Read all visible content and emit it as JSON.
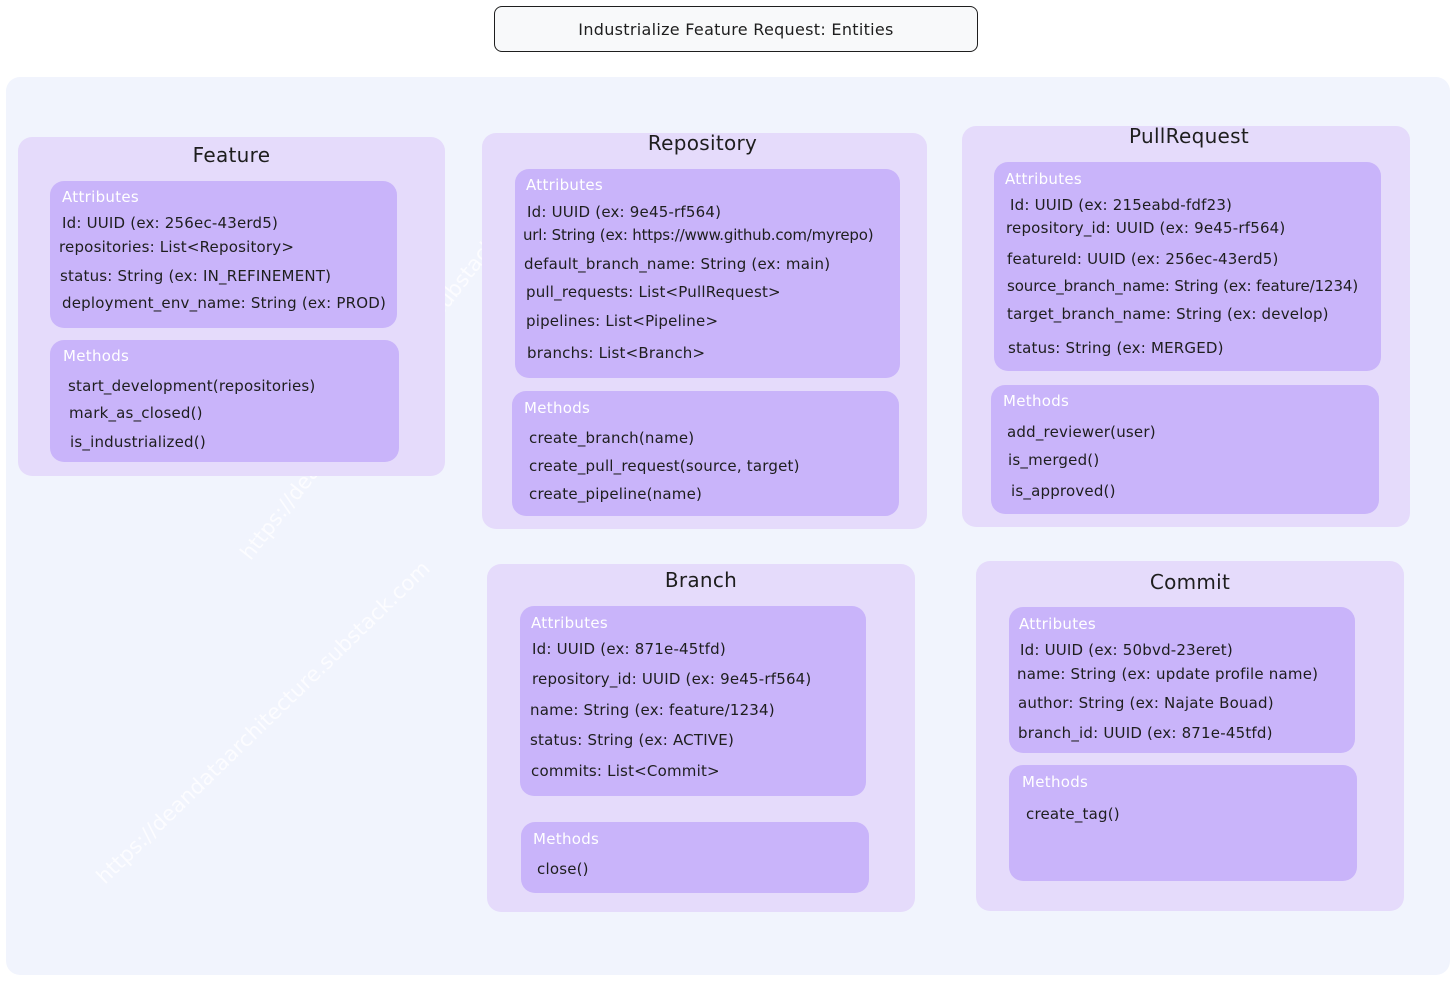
{
  "title": "Industrialize Feature Request: Entities",
  "watermark": "https://deandataarchitecture.substack.com",
  "entities": {
    "feature": {
      "name": "Feature",
      "attributes_label": "Attributes",
      "attributes": [
        "Id: UUID (ex: 256ec-43erd5)",
        "repositories: List<Repository>",
        "status: String (ex: IN_REFINEMENT)",
        "deployment_env_name: String (ex: PROD)"
      ],
      "methods_label": "Methods",
      "methods": [
        "start_development(repositories)",
        "mark_as_closed()",
        "is_industrialized()"
      ]
    },
    "repository": {
      "name": "Repository",
      "attributes_label": "Attributes",
      "attributes": [
        "Id: UUID (ex: 9e45-rf564)",
        "url: String (ex: https://www.github.com/myrepo)",
        "default_branch_name: String (ex: main)",
        "pull_requests: List<PullRequest>",
        "pipelines: List<Pipeline>",
        "branchs: List<Branch>"
      ],
      "methods_label": "Methods",
      "methods": [
        "create_branch(name)",
        "create_pull_request(source, target)",
        "create_pipeline(name)"
      ]
    },
    "pullrequest": {
      "name": "PullRequest",
      "attributes_label": "Attributes",
      "attributes": [
        "Id: UUID (ex: 215eabd-fdf23)",
        "repository_id: UUID (ex: 9e45-rf564)",
        "featureId: UUID (ex: 256ec-43erd5)",
        "source_branch_name: String (ex: feature/1234)",
        "target_branch_name: String (ex: develop)",
        "status: String (ex: MERGED)"
      ],
      "methods_label": "Methods",
      "methods": [
        "add_reviewer(user)",
        "is_merged()",
        "is_approved()"
      ]
    },
    "branch": {
      "name": "Branch",
      "attributes_label": "Attributes",
      "attributes": [
        "Id: UUID (ex: 871e-45tfd)",
        "repository_id: UUID (ex: 9e45-rf564)",
        "name: String (ex: feature/1234)",
        "status: String (ex: ACTIVE)",
        "commits: List<Commit>"
      ],
      "methods_label": "Methods",
      "methods": [
        "close()"
      ]
    },
    "commit": {
      "name": "Commit",
      "attributes_label": "Attributes",
      "attributes": [
        "Id: UUID (ex: 50bvd-23eret)",
        "name: String (ex: update profile name)",
        "author: String (ex: Najate Bouad)",
        "branch_id: UUID (ex: 871e-45tfd)"
      ],
      "methods_label": "Methods",
      "methods": [
        "create_tag()"
      ]
    }
  },
  "colors": {
    "canvas": "#f1f4fd",
    "entity": "#e5dbfb",
    "section": "#c9b4fa",
    "section_label": "#ffffff",
    "text": "#1e1e1e"
  }
}
